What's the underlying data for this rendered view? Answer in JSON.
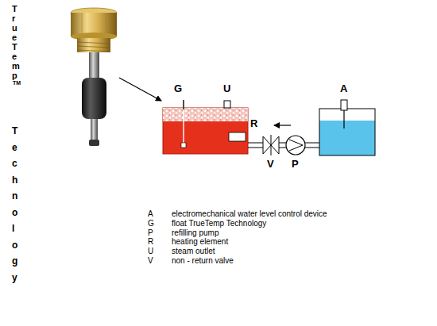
{
  "diagram": {
    "labels": [
      "TrueTemp",
      "TM",
      "Technology",
      "G",
      "U",
      "R",
      "V",
      "P",
      "A",
      "A",
      "electromechanical water level control device",
      "G",
      "float TrueTemp Technology",
      "P",
      "refilling pump",
      "R",
      "heating element",
      "U",
      "steam outlet",
      "V",
      "non - return valve"
    ]
  }
}
